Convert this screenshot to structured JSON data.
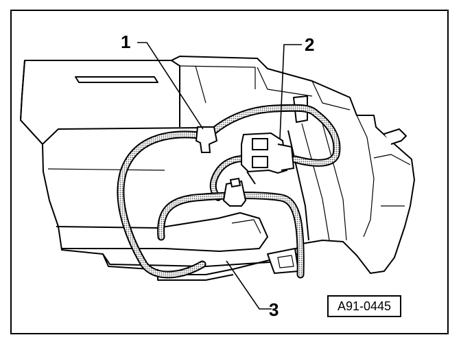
{
  "callouts": [
    {
      "id": "1",
      "label": "1"
    },
    {
      "id": "2",
      "label": "2"
    },
    {
      "id": "3",
      "label": "3"
    }
  ],
  "reference_code": "A91-0445",
  "colors": {
    "line": "#000000",
    "background": "#ffffff",
    "hose_fill": "#bdbdbd"
  }
}
